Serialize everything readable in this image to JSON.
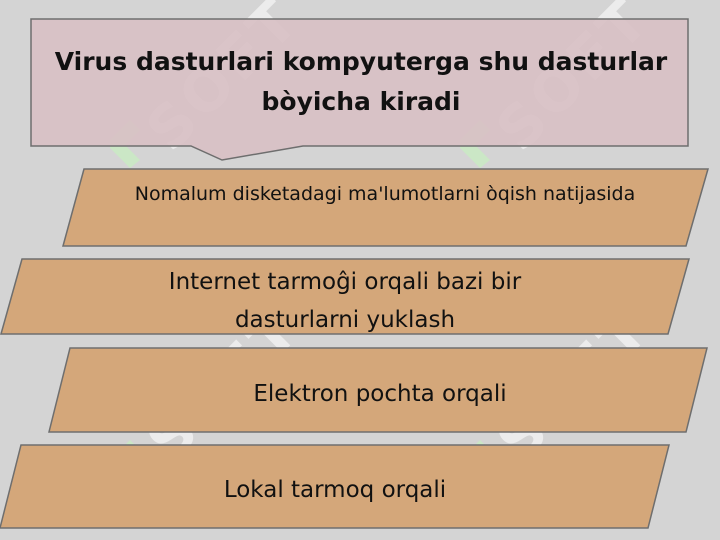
{
  "title": "Virus dasturlari kompyuterga shu dasturlar bòyicha kiradi",
  "items": [
    {
      "text": "Nomalum disketadagi ma'lumotlarni òqish natijasida"
    },
    {
      "text": "Internet tarmoĝi orqali bazi bir dasturlarni yuklash"
    },
    {
      "text": "Elektron pochta orqali"
    },
    {
      "text": "Lokal tarmoq orqali"
    }
  ],
  "watermark": "SOFT",
  "colors": {
    "background": "#d4d4d4",
    "callout_fill": "#d8c0c4",
    "item_fill": "#d4a77a",
    "border": "#6e6e6e",
    "watermark_mark": "#c8f0c0"
  }
}
